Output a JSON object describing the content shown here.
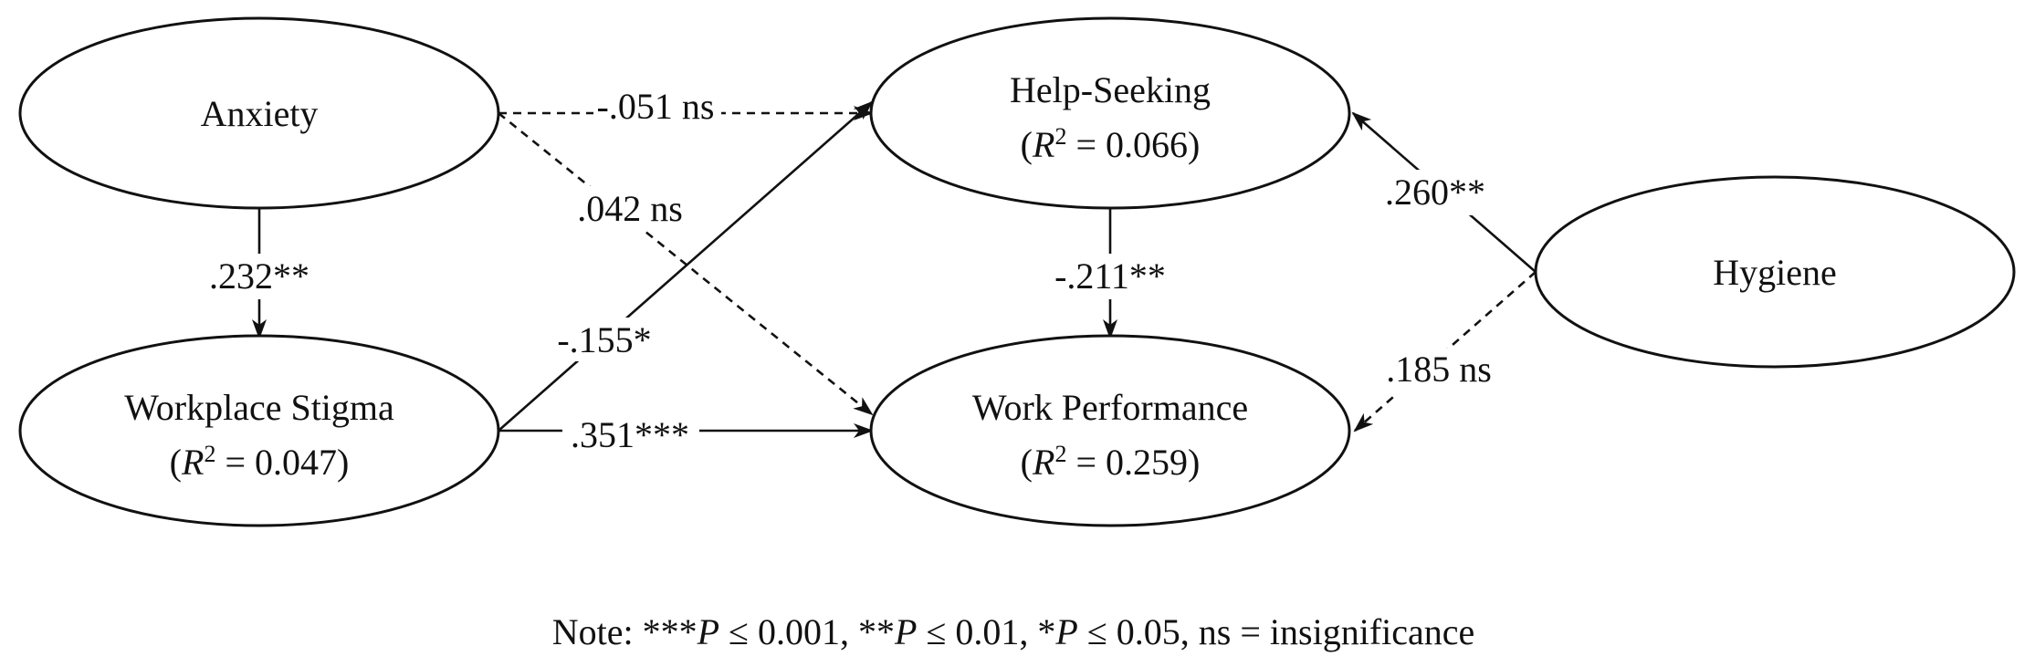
{
  "nodes": {
    "anxiety": {
      "title": "Anxiety"
    },
    "stigma": {
      "title": "Workplace Stigma",
      "r2_value": "0.047"
    },
    "help": {
      "title": "Help-Seeking",
      "r2_value": "0.066"
    },
    "performance": {
      "title": "Work Performance",
      "r2_value": "0.259"
    },
    "hygiene": {
      "title": "Hygiene"
    }
  },
  "r2_symbol": "R",
  "r2_exponent": "2",
  "r2_equals": " = ",
  "paths": [
    {
      "from": "anxiety",
      "to": "help",
      "coefficient": "-.051 ns",
      "significant": false
    },
    {
      "from": "anxiety",
      "to": "performance",
      "coefficient": ".042 ns",
      "significant": false
    },
    {
      "from": "anxiety",
      "to": "stigma",
      "coefficient": ".232**",
      "significant": true
    },
    {
      "from": "stigma",
      "to": "help",
      "coefficient": "-.155*",
      "significant": true
    },
    {
      "from": "stigma",
      "to": "performance",
      "coefficient": ".351***",
      "significant": true
    },
    {
      "from": "help",
      "to": "performance",
      "coefficient": "-.211**",
      "significant": true
    },
    {
      "from": "hygiene",
      "to": "help",
      "coefficient": ".260**",
      "significant": true
    },
    {
      "from": "hygiene",
      "to": "performance",
      "coefficient": ".185 ns",
      "significant": false
    }
  ],
  "note": {
    "prefix": "Note: ***",
    "p": "P",
    "part1": " ≤ 0.001, **",
    "part2": " ≤ 0.01, *",
    "part3": " ≤ 0.05, ns = insignificance"
  }
}
